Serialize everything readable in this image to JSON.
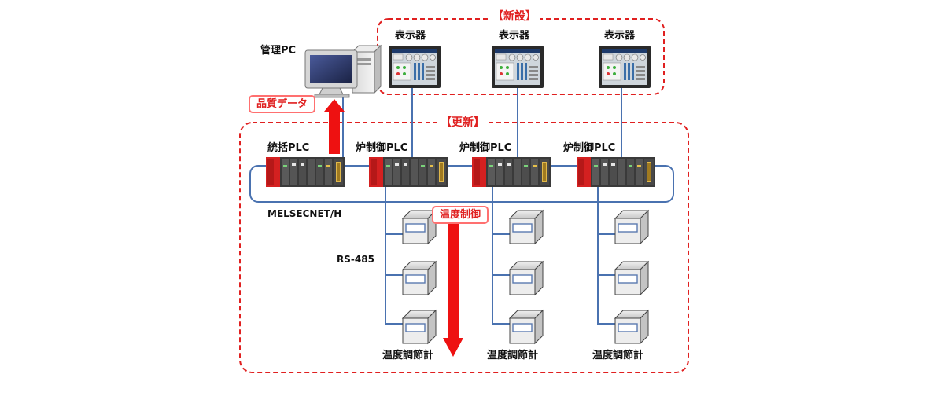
{
  "labels": {
    "new_group": "【新設】",
    "update_group": "【更新】",
    "mgmt_pc": "管理PC",
    "quality_data": "品質データ",
    "display": "表示器",
    "master_plc": "統括PLC",
    "furnace_plc": "炉制御PLC",
    "network": "MELSECNET/H",
    "temp_control": "温度制御",
    "rs485": "RS-485",
    "temp_controller": "温度調節計"
  },
  "colors": {
    "dashed_border": "#e02020",
    "arrow": "#ee1111",
    "pill_border": "#ff7070",
    "network_line": "#4a72b0",
    "plc_red": "#d42020"
  }
}
